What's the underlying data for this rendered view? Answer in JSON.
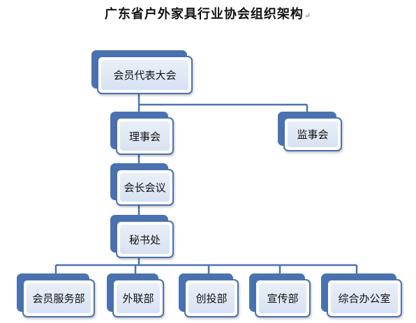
{
  "title": "广东省户外家具行业协会组织架构",
  "title_mark": "↵",
  "nodes": {
    "assembly": "会员代表大会",
    "council": "理事会",
    "supervisory": "监事会",
    "president_meeting": "会长会议",
    "secretariat": "秘书处",
    "member_services": "会员服务部",
    "external_relations": "外联部",
    "innovation_investment": "创投部",
    "publicity": "宣传部",
    "general_office": "综合办公室"
  },
  "colors": {
    "box_border": "#4a72b0",
    "box_fill": "#dfe7f4",
    "connector": "#4a72b0"
  }
}
